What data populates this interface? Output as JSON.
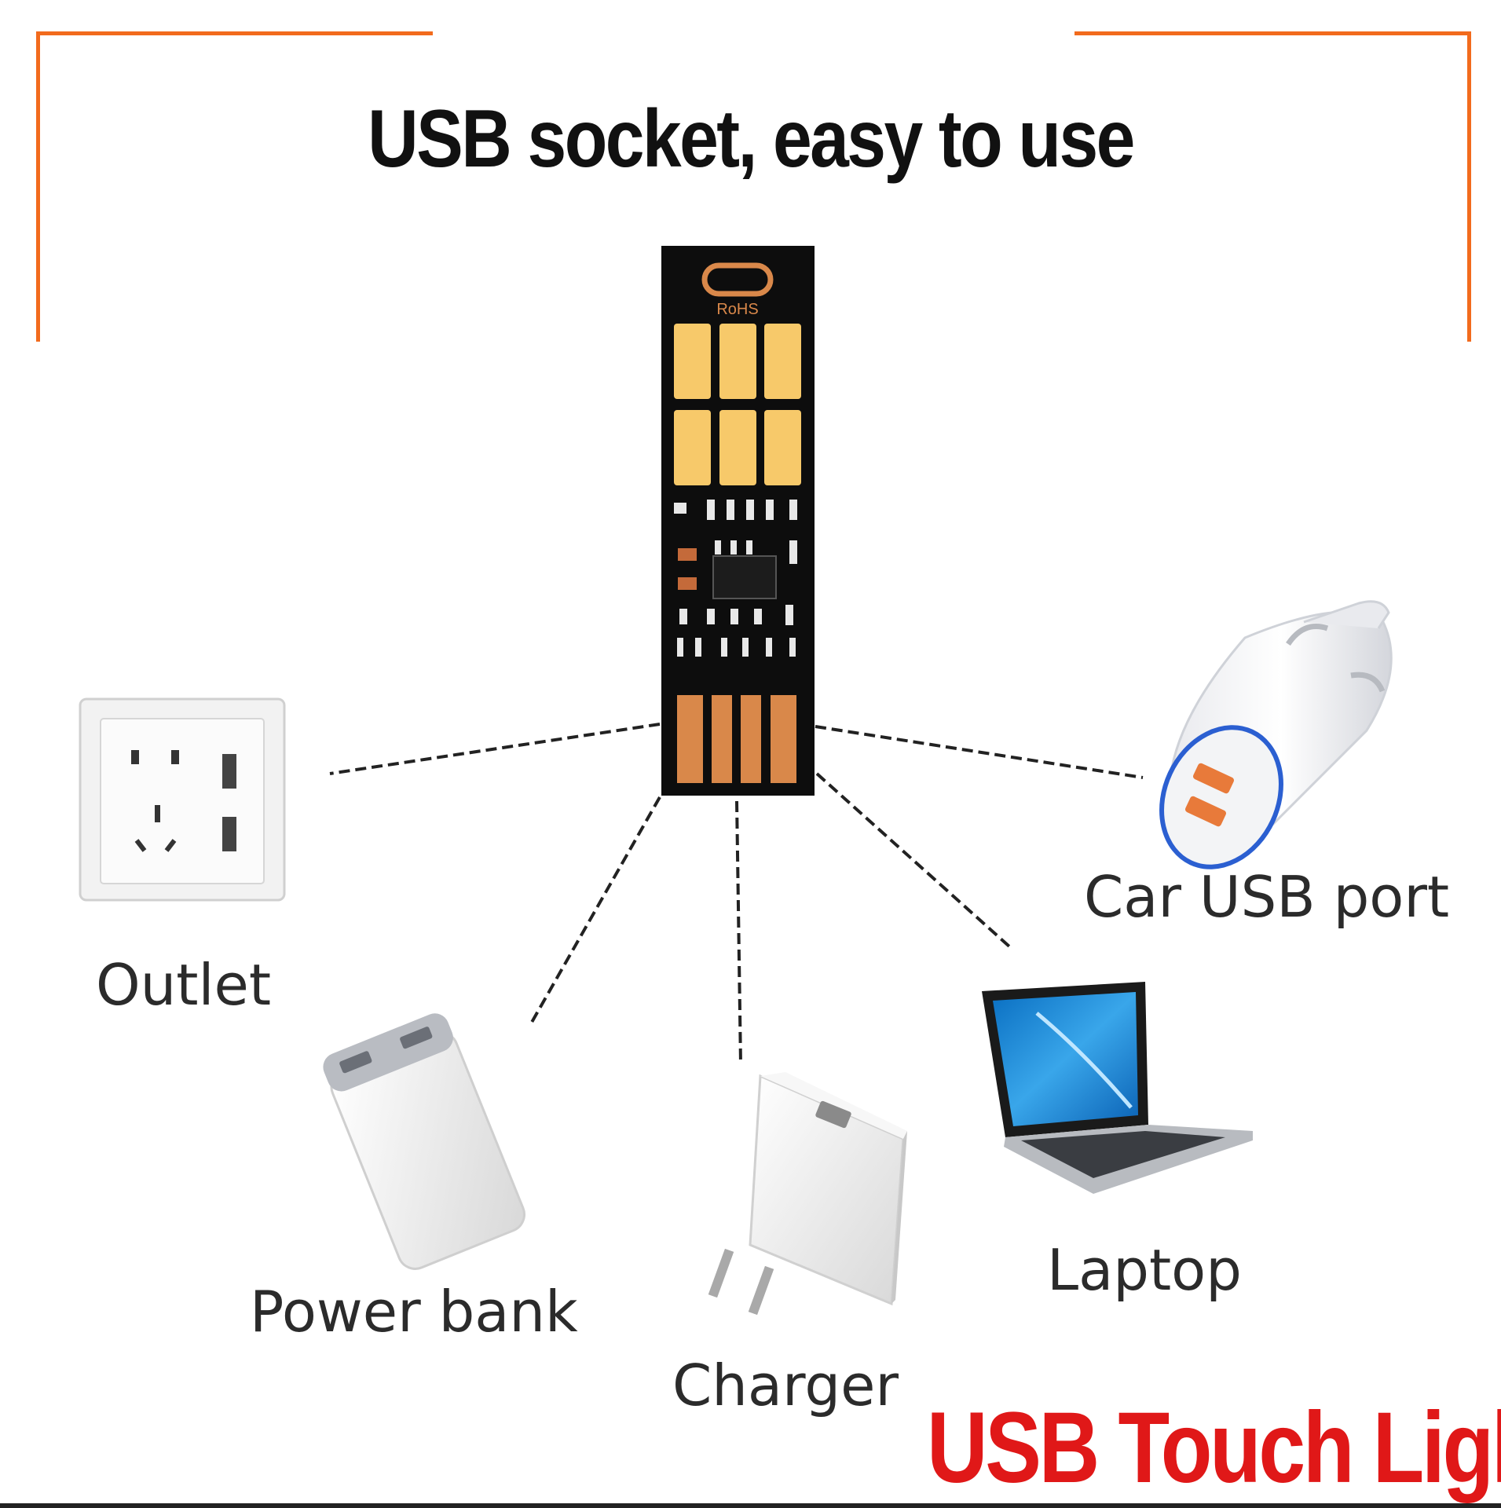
{
  "headline": "USB socket, easy to use",
  "board": {
    "marking": "RoHS"
  },
  "devices": [
    {
      "id": "outlet",
      "label": "Outlet"
    },
    {
      "id": "power-bank",
      "label": "Power bank"
    },
    {
      "id": "charger",
      "label": "Charger"
    },
    {
      "id": "laptop",
      "label": "Laptop"
    },
    {
      "id": "car-usb-port",
      "label": "Car USB port"
    }
  ],
  "brand": "USB Touch Light",
  "colors": {
    "frame": "#f26b1d",
    "brand": "#e01818",
    "board": "#0d0d0d",
    "led": "#f7c96a",
    "copper": "#d9884a"
  }
}
